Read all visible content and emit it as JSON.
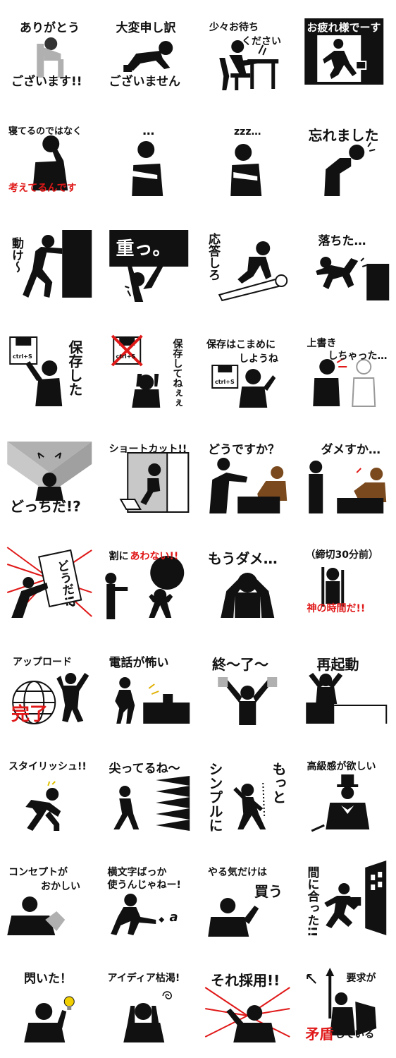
{
  "colors": {
    "ink": "#111111",
    "accent_red": "#e01818",
    "gray": "#b0b0b0",
    "brown": "#7a4a1e",
    "yellow": "#f2d000"
  },
  "stickers": [
    {
      "texts": [
        "ありがとう",
        "ございます!!"
      ],
      "icon": "bowing-gray-figure"
    },
    {
      "texts": [
        "大変申し訳",
        "ございません"
      ],
      "icon": "kneeling-apology-figure"
    },
    {
      "texts": [
        "少々お待ち",
        "ください"
      ],
      "icon": "person-at-desk"
    },
    {
      "texts": [
        "お疲れ様でーす"
      ],
      "icon": "exit-sign-runner"
    },
    {
      "texts": [
        "寝てるのではなく",
        "考えてるんです"
      ],
      "icon": "thinking-figure"
    },
    {
      "texts": [
        "…"
      ],
      "icon": "arms-crossed-figure"
    },
    {
      "texts": [
        "zzz…"
      ],
      "icon": "sleeping-figure"
    },
    {
      "texts": [
        "忘れました"
      ],
      "icon": "head-bump-figure"
    },
    {
      "texts": [
        "動け～"
      ],
      "icon": "pushing-wall-figure"
    },
    {
      "texts": [
        "重っ。"
      ],
      "icon": "holding-heavy-sign-figure"
    },
    {
      "texts": [
        "応答しろ"
      ],
      "icon": "cpr-figure"
    },
    {
      "texts": [
        "落ちた…"
      ],
      "icon": "falling-figure"
    },
    {
      "texts": [
        "保存した",
        "ctrl+S"
      ],
      "icon": "floppy-disk-figure"
    },
    {
      "texts": [
        "保存してねぇぇ",
        "ctrl+S"
      ],
      "icon": "crossed-floppy-figure"
    },
    {
      "texts": [
        "保存はこまめに",
        "しようね",
        "ctrl+S"
      ],
      "icon": "floppy-advice-figure"
    },
    {
      "texts": [
        "上書き",
        "しちゃった…"
      ],
      "icon": "overwrite-ghost-figure"
    },
    {
      "texts": [
        "どっちだ!?"
      ],
      "icon": "arrows-choice-figure"
    },
    {
      "texts": [
        "ショートカット!!"
      ],
      "icon": "shortcut-door-figure"
    },
    {
      "texts": [
        "どうですか？"
      ],
      "icon": "presenting-figure"
    },
    {
      "texts": [
        "ダメすか…"
      ],
      "icon": "rejected-figure"
    },
    {
      "texts": [
        "どうだ!?"
      ],
      "icon": "showing-sign-figure"
    },
    {
      "texts": [
        "割に",
        "あわない!!"
      ],
      "icon": "overloaded-figure"
    },
    {
      "texts": [
        "もうダメ…"
      ],
      "icon": "despair-figure"
    },
    {
      "texts": [
        "（締切30分前）",
        "神の時間だ!!"
      ],
      "icon": "deadline-god-figure"
    },
    {
      "texts": [
        "アップロード",
        "完了"
      ],
      "icon": "globe-upload-figure"
    },
    {
      "texts": [
        "電話が怖い"
      ],
      "icon": "phone-fear-figure"
    },
    {
      "texts": [
        "終～了～"
      ],
      "icon": "finished-cheer-figure"
    },
    {
      "texts": [
        "再起動"
      ],
      "icon": "restart-figure"
    },
    {
      "texts": [
        "スタイリッシュ!!"
      ],
      "icon": "stylish-pose-figure"
    },
    {
      "texts": [
        "尖ってるね～"
      ],
      "icon": "spiky-wall-figure"
    },
    {
      "texts": [
        "シンプルに",
        "もっと"
      ],
      "icon": "flamboyant-figure"
    },
    {
      "texts": [
        "高級感が欲しい"
      ],
      "icon": "top-hat-figure"
    },
    {
      "texts": [
        "コンセプトが",
        "おかしい"
      ],
      "icon": "concept-figure"
    },
    {
      "texts": [
        "横文字ばっか",
        "使うんじゃねー!",
        "a"
      ],
      "icon": "kicking-figure"
    },
    {
      "texts": [
        "やる気だけは",
        "買う"
      ],
      "icon": "thumbs-up-figure"
    },
    {
      "texts": [
        "間に合った!!"
      ],
      "icon": "running-door-figure"
    },
    {
      "texts": [
        "閃いた！"
      ],
      "icon": "lightbulb-figure"
    },
    {
      "texts": [
        "アイディア枯渇!"
      ],
      "icon": "spiral-thought-figure"
    },
    {
      "texts": [
        "それ採用!!"
      ],
      "icon": "pointing-figure"
    },
    {
      "texts": [
        "要求が",
        "矛盾",
        "している"
      ],
      "icon": "shield-spear-figure"
    }
  ]
}
